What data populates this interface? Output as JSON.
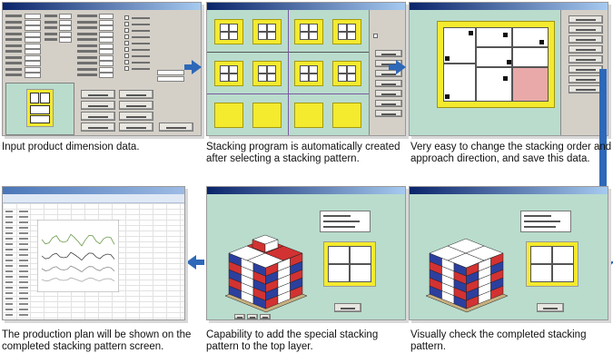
{
  "steps": [
    {
      "id": "input",
      "caption": "Input product dimension data."
    },
    {
      "id": "auto",
      "caption": "Stacking program is automatically created after selecting a stacking pattern."
    },
    {
      "id": "edit",
      "caption": "Very easy to change the stacking order and approach direction, and save this data."
    },
    {
      "id": "check",
      "caption": "Visually check the completed stacking pattern."
    },
    {
      "id": "special",
      "caption": "Capability to add the special stacking pattern to the top layer."
    },
    {
      "id": "plan",
      "caption": "The production plan will be shown on the completed stacking pattern screen."
    }
  ],
  "colors": {
    "arrow": "#2e68b8",
    "pallet_bg": "#b9dccd",
    "box_red": "#d23232",
    "box_blue": "#2c3f9e",
    "box_white": "#ffffff",
    "pattern_yellow": "#f4ea2e"
  },
  "icons": {
    "flow_arrow": "right-arrow-icon",
    "flow_arrow_back": "left-arrow-icon",
    "flow_down": "down-arrow-icon"
  }
}
